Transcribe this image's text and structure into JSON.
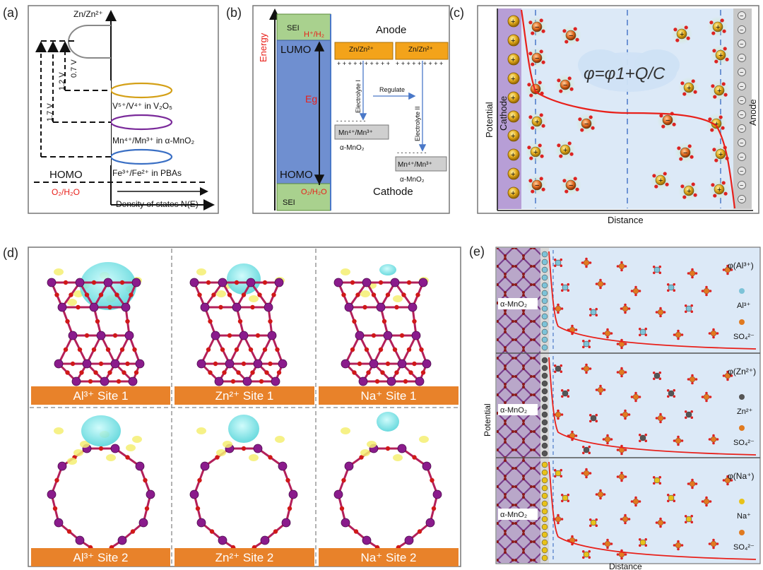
{
  "panel_a": {
    "label": "(a)",
    "top_label": "Zn/Zn²⁺",
    "voltages": [
      "0.7 V",
      "1.2 V",
      "1.7 V"
    ],
    "level_labels": [
      "V⁵⁺/V⁴⁺ in V₂O₅",
      "Mn⁴⁺/Mn³⁺ in α-MnO₂",
      "Fe³⁺/Fe²⁺ in PBAs"
    ],
    "homo": "HOMO",
    "o2": "O₂/H₂O",
    "xaxis": "Density of states N(E)"
  },
  "panel_b": {
    "label": "(b)",
    "energy": "Energy",
    "sei_top": "SEI",
    "h_h2": "H⁺/H₂",
    "lumo": "LUMO",
    "eg": "Eg",
    "homo": "HOMO",
    "sei_bottom": "SEI",
    "o2_h2o": "O₂/H₂O",
    "anode": "Anode",
    "cathode": "Cathode",
    "zn_box1": "Zn/Zn²⁺",
    "zn_box2": "Zn/Zn²⁺",
    "electrolyte1": "Electrolyte I",
    "electrolyte2": "Electrolyte II",
    "regulate": "Regulate",
    "mn_box1": "Mn⁴⁺/Mn³⁺",
    "mn_sub1": "α-MnO₂",
    "mn_box2": "Mn⁴⁺/Mn³⁺",
    "mn_sub2": "α-MnO₂"
  },
  "panel_c": {
    "label": "(c)",
    "yaxis": "Potential",
    "xaxis": "Distance",
    "cathode": "Cathode",
    "anode": "Anode",
    "formula": "φ=φ1+Q/C"
  },
  "panel_d": {
    "label": "(d)",
    "sites": [
      "Al³⁺ Site 1",
      "Zn²⁺ Site 1",
      "Na⁺ Site 1",
      "Al³⁺ Site 2",
      "Zn²⁺ Site 2",
      "Na⁺ Site 2"
    ]
  },
  "panel_e": {
    "label": "(e)",
    "yaxis": "Potential",
    "xaxis": "Distance",
    "rows": [
      {
        "mno2": "α-MnO₂",
        "phi": "φ(Al³⁺)",
        "ion": "Al³⁺",
        "so4": "SO₄²⁻"
      },
      {
        "mno2": "α-MnO₂",
        "phi": "φ(Zn²⁺)",
        "ion": "Zn²⁺",
        "so4": "SO₄²⁻"
      },
      {
        "mno2": "α-MnO₂",
        "phi": "φ(Na⁺)",
        "ion": "Na⁺",
        "so4": "SO₄²⁻"
      }
    ]
  },
  "colors": {
    "red": "#e8201a",
    "blue_box": "#6f8fd0",
    "green_box": "#a9d18e",
    "orange_box": "#f3a31a",
    "orange_bar": "#e8822a",
    "light_blue_bg": "#dce9f7",
    "purple_cathode": "#b79ed6"
  }
}
